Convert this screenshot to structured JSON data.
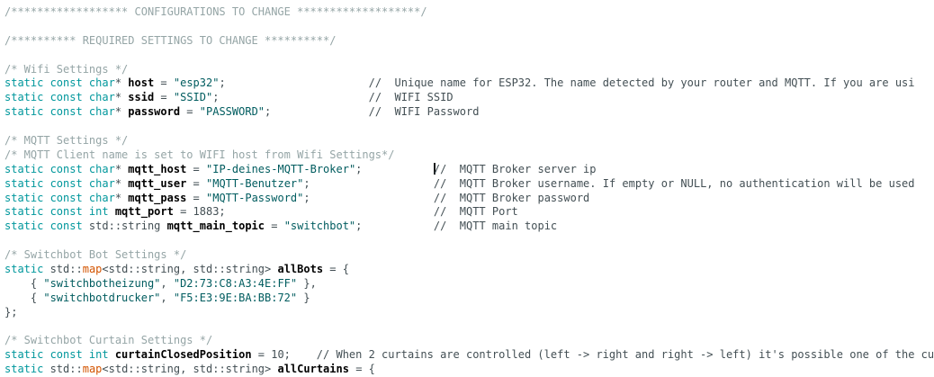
{
  "window": {
    "background": "#ffffff"
  },
  "syntax_colors": {
    "comment_block": "#95a5a6",
    "comment_line": "#434f54",
    "keyword": "#00979c",
    "builtin_orange": "#d35400",
    "plain": "#434f54",
    "identifier": "#000000",
    "string": "#005c5f",
    "caret": "#15181a"
  },
  "caret": {
    "visible": true,
    "line_index": 11,
    "description": "text caret immediately before the comment on the mqtt_host line"
  },
  "code": {
    "lines": [
      {
        "segs": [
          [
            "cb",
            "/****************** CONFIGURATIONS TO CHANGE *******************/"
          ]
        ]
      },
      {
        "segs": []
      },
      {
        "segs": [
          [
            "cb",
            "/********** REQUIRED SETTINGS TO CHANGE **********/"
          ]
        ]
      },
      {
        "segs": []
      },
      {
        "segs": [
          [
            "cb",
            "/* Wifi Settings */"
          ]
        ]
      },
      {
        "segs": [
          [
            "k",
            "static const char"
          ],
          [
            "p",
            "* "
          ],
          [
            "i",
            "host"
          ],
          [
            "p",
            " = "
          ],
          [
            "str",
            "\"esp32\""
          ],
          [
            "p",
            ";                      "
          ],
          [
            "cl",
            "//  Unique name for ESP32. The name detected by your router and MQTT. If you are usi"
          ]
        ]
      },
      {
        "segs": [
          [
            "k",
            "static const char"
          ],
          [
            "p",
            "* "
          ],
          [
            "i",
            "ssid"
          ],
          [
            "p",
            " = "
          ],
          [
            "str",
            "\"SSID\""
          ],
          [
            "p",
            ";                       "
          ],
          [
            "cl",
            "//  WIFI SSID"
          ]
        ]
      },
      {
        "segs": [
          [
            "k",
            "static const char"
          ],
          [
            "p",
            "* "
          ],
          [
            "i",
            "password"
          ],
          [
            "p",
            " = "
          ],
          [
            "str",
            "\"PASSWORD\""
          ],
          [
            "p",
            ";               "
          ],
          [
            "cl",
            "//  WIFI Password"
          ]
        ]
      },
      {
        "segs": []
      },
      {
        "segs": [
          [
            "cb",
            "/* MQTT Settings */"
          ]
        ]
      },
      {
        "segs": [
          [
            "cb",
            "/* MQTT Client name is set to WIFI host from Wifi Settings*/"
          ]
        ]
      },
      {
        "segs": [
          [
            "k",
            "static const char"
          ],
          [
            "p",
            "* "
          ],
          [
            "i",
            "mqtt_host"
          ],
          [
            "p",
            " = "
          ],
          [
            "str",
            "\"IP-deines-MQTT-Broker\""
          ],
          [
            "p",
            ";           "
          ],
          [
            "caret",
            ""
          ],
          [
            "cl",
            "//  MQTT Broker server ip"
          ]
        ]
      },
      {
        "segs": [
          [
            "k",
            "static const char"
          ],
          [
            "p",
            "* "
          ],
          [
            "i",
            "mqtt_user"
          ],
          [
            "p",
            " = "
          ],
          [
            "str",
            "\"MQTT-Benutzer\""
          ],
          [
            "p",
            ";                   "
          ],
          [
            "cl",
            "//  MQTT Broker username. If empty or NULL, no authentication will be used"
          ]
        ]
      },
      {
        "segs": [
          [
            "k",
            "static const char"
          ],
          [
            "p",
            "* "
          ],
          [
            "i",
            "mqtt_pass"
          ],
          [
            "p",
            " = "
          ],
          [
            "str",
            "\"MQTT-Password\""
          ],
          [
            "p",
            ";                   "
          ],
          [
            "cl",
            "//  MQTT Broker password"
          ]
        ]
      },
      {
        "segs": [
          [
            "k",
            "static const int"
          ],
          [
            "p",
            " "
          ],
          [
            "i",
            "mqtt_port"
          ],
          [
            "p",
            " = 1883;                                "
          ],
          [
            "cl",
            "//  MQTT Port"
          ]
        ]
      },
      {
        "segs": [
          [
            "k",
            "static const"
          ],
          [
            "p",
            " std::string "
          ],
          [
            "i",
            "mqtt_main_topic"
          ],
          [
            "p",
            " = "
          ],
          [
            "str",
            "\"switchbot\""
          ],
          [
            "p",
            ";           "
          ],
          [
            "cl",
            "//  MQTT main topic"
          ]
        ]
      },
      {
        "segs": []
      },
      {
        "segs": [
          [
            "cb",
            "/* Switchbot Bot Settings */"
          ]
        ]
      },
      {
        "segs": [
          [
            "k",
            "static"
          ],
          [
            "p",
            " std::"
          ],
          [
            "o",
            "map"
          ],
          [
            "p",
            "<std::string, std::string> "
          ],
          [
            "i",
            "allBots"
          ],
          [
            "p",
            " = {"
          ]
        ]
      },
      {
        "segs": [
          [
            "p",
            "    { "
          ],
          [
            "str",
            "\"switchbotheizung\""
          ],
          [
            "p",
            ", "
          ],
          [
            "str",
            "\"D2:73:C8:A3:4E:FF\""
          ],
          [
            "p",
            " },"
          ]
        ]
      },
      {
        "segs": [
          [
            "p",
            "    { "
          ],
          [
            "str",
            "\"switchbotdrucker\""
          ],
          [
            "p",
            ", "
          ],
          [
            "str",
            "\"F5:E3:9E:BA:BB:72\""
          ],
          [
            "p",
            " }"
          ]
        ]
      },
      {
        "segs": [
          [
            "p",
            "};"
          ]
        ]
      },
      {
        "segs": []
      },
      {
        "segs": [
          [
            "cb",
            "/* Switchbot Curtain Settings */"
          ]
        ]
      },
      {
        "segs": [
          [
            "k",
            "static const int"
          ],
          [
            "p",
            " "
          ],
          [
            "i",
            "curtainClosedPosition"
          ],
          [
            "p",
            " = 10;    "
          ],
          [
            "cl",
            "// When 2 curtains are controlled (left -> right and right -> left) it's possible one of the cu"
          ]
        ]
      },
      {
        "segs": [
          [
            "k",
            "static"
          ],
          [
            "p",
            " std::"
          ],
          [
            "o",
            "map"
          ],
          [
            "p",
            "<std::string, std::string> "
          ],
          [
            "i",
            "allCurtains"
          ],
          [
            "p",
            " = {"
          ]
        ]
      }
    ]
  }
}
